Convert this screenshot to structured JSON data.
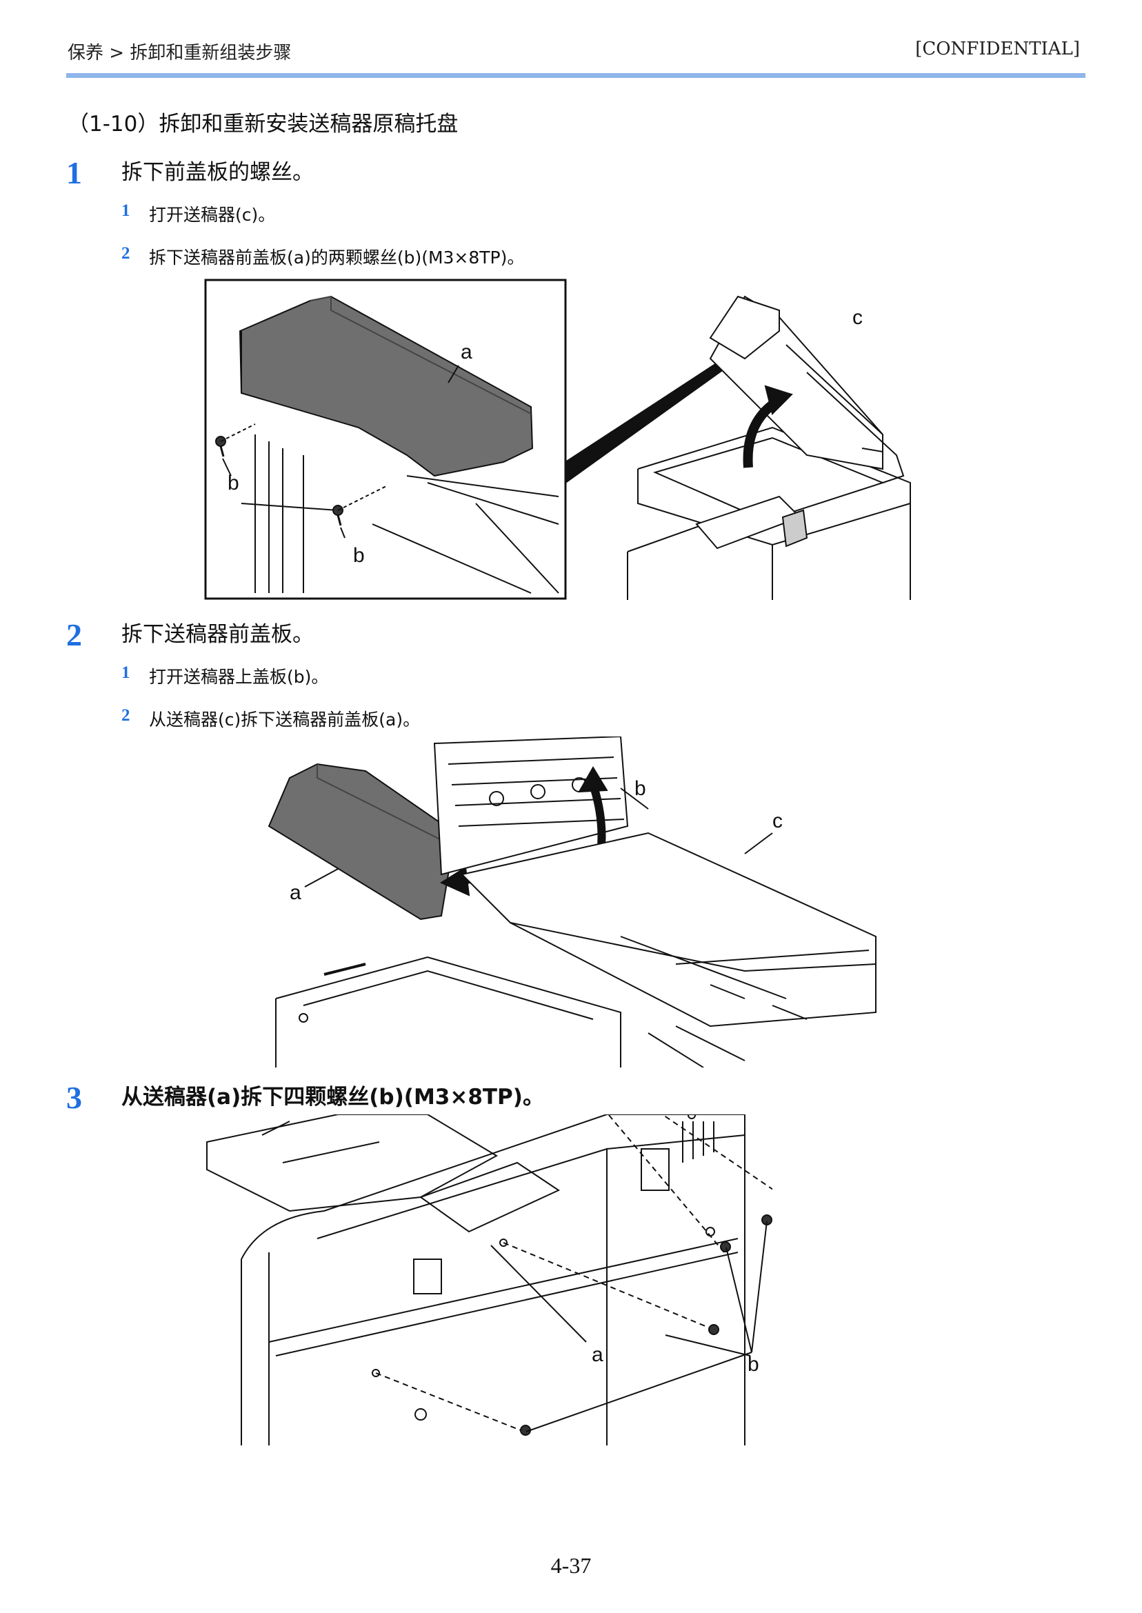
{
  "header": {
    "breadcrumb": "保养 > 拆卸和重新组装步骤",
    "confidential": "[CONFIDENTIAL]"
  },
  "section_title": "（1-10）拆卸和重新安装送稿器原稿托盘",
  "steps": [
    {
      "number": "1",
      "title": "拆下前盖板的螺丝。",
      "substeps": [
        {
          "number": "1",
          "text": "打开送稿器(c)。"
        },
        {
          "number": "2",
          "text": "拆下送稿器前盖板(a)的两颗螺丝(b)(M3×8TP)。"
        }
      ],
      "figure_labels": [
        "a",
        "b",
        "b",
        "c"
      ]
    },
    {
      "number": "2",
      "title": "拆下送稿器前盖板。",
      "substeps": [
        {
          "number": "1",
          "text": "打开送稿器上盖板(b)。"
        },
        {
          "number": "2",
          "text": "从送稿器(c)拆下送稿器前盖板(a)。"
        }
      ],
      "figure_labels": [
        "b",
        "c",
        "a"
      ]
    },
    {
      "number": "3",
      "title": "从送稿器(a)拆下四颗螺丝(b)(M3×8TP)。",
      "substeps": [],
      "figure_labels": [
        "a",
        "b"
      ]
    }
  ],
  "page_number": "4-37",
  "colors": {
    "accent": "#1f6fe0",
    "header_rule": "#8fb6ea"
  }
}
